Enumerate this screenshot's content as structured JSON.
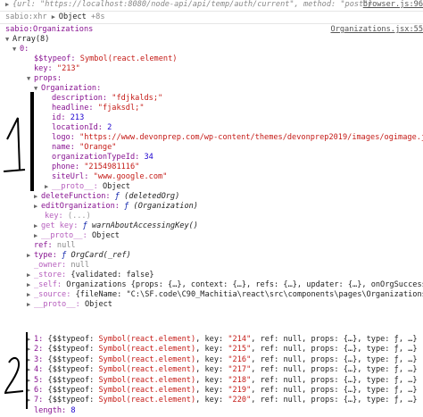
{
  "header": {
    "line0_text": "{url: \"https://localhost:8080/node-api/api/temp/auth/current\", method: \"post\"}",
    "line0_source": "browser.js:96",
    "xhr_prefix": "sabio:xhr",
    "xhr_text": "Object",
    "xhr_time": "+8s"
  },
  "org_log": {
    "label": "sabio:Organizations",
    "source": "Organizations.jsx:55",
    "array_label": "Array(8)"
  },
  "item0": {
    "index": "0:",
    "typeof_key": "$$typeof:",
    "typeof_val": "Symbol(react.element)",
    "key_key": "key:",
    "key_val": "\"213\"",
    "props_key": "props:",
    "org_key": "Organization:",
    "description_key": "description:",
    "description_val": "\"fdjkalds;\"",
    "headline_key": "headline:",
    "headline_val": "\"fjaksdl;\"",
    "id_key": "id:",
    "id_val": "213",
    "locationId_key": "locationId:",
    "locationId_val": "2",
    "logo_key": "logo:",
    "logo_val": "\"https://www.devonprep.com/wp-content/themes/devonprep2019/images/ogimage.jp…",
    "name_key": "name:",
    "name_val": "\"Orange\"",
    "orgType_key": "organizationTypeId:",
    "orgType_val": "34",
    "phone_key": "phone:",
    "phone_val": "\"2154981116\"",
    "site_key": "siteUrl:",
    "site_val": "\"www.google.com\"",
    "proto1_key": "__proto__:",
    "proto1_val": "Object",
    "deleteFn_key": "deleteFunction:",
    "deleteFn_f": "ƒ",
    "deleteFn_sig": "(deletedOrg)",
    "editOrg_key": "editOrganization:",
    "editOrg_f": "ƒ",
    "editOrg_sig": "(Organization)",
    "keydots_key": "key:",
    "keydots_val": "(...)",
    "getkey_key": "get key:",
    "getkey_f": "ƒ",
    "getkey_sig": "warnAboutAccessingKey()",
    "proto2_key": "__proto__:",
    "proto2_val": "Object",
    "ref_key": "ref:",
    "ref_val": "null",
    "type_key": "type:",
    "type_f": "ƒ",
    "type_sig": "OrgCard(_ref)",
    "owner_key": "_owner:",
    "owner_val": "null",
    "store_key": "_store:",
    "store_val": "{validated: false}",
    "self_key": "_self:",
    "self_val": "Organizations {props: {…}, context: {…}, refs: {…}, updater: {…}, onOrgSuccess…",
    "source_key": "_source:",
    "source_val": "{fileName: \"C:\\SF.code\\C90_Machitia\\react\\src\\components\\pages\\Organizations…",
    "proto3_key": "__proto__:",
    "proto3_val": "Object"
  },
  "rows": [
    {
      "idx": "1:",
      "key": "\"214\""
    },
    {
      "idx": "2:",
      "key": "\"215\""
    },
    {
      "idx": "3:",
      "key": "\"216\""
    },
    {
      "idx": "4:",
      "key": "\"217\""
    },
    {
      "idx": "5:",
      "key": "\"218\""
    },
    {
      "idx": "6:",
      "key": "\"219\""
    },
    {
      "idx": "7:",
      "key": "\"220\""
    }
  ],
  "row_template": {
    "open": "{$$typeof:",
    "sym": "Symbol(react.element)",
    "key_label": ", key:",
    "rest": ", ref: null, props: {…}, type: ƒ, …}"
  },
  "length": {
    "key": "length:",
    "val": "8"
  },
  "annotations": {
    "one": "1",
    "two": "2"
  },
  "colors": {
    "key": "#881391",
    "string": "#c41a16",
    "number": "#1c00cf",
    "keyword": "#0d22aa",
    "annotation": "#000000"
  }
}
